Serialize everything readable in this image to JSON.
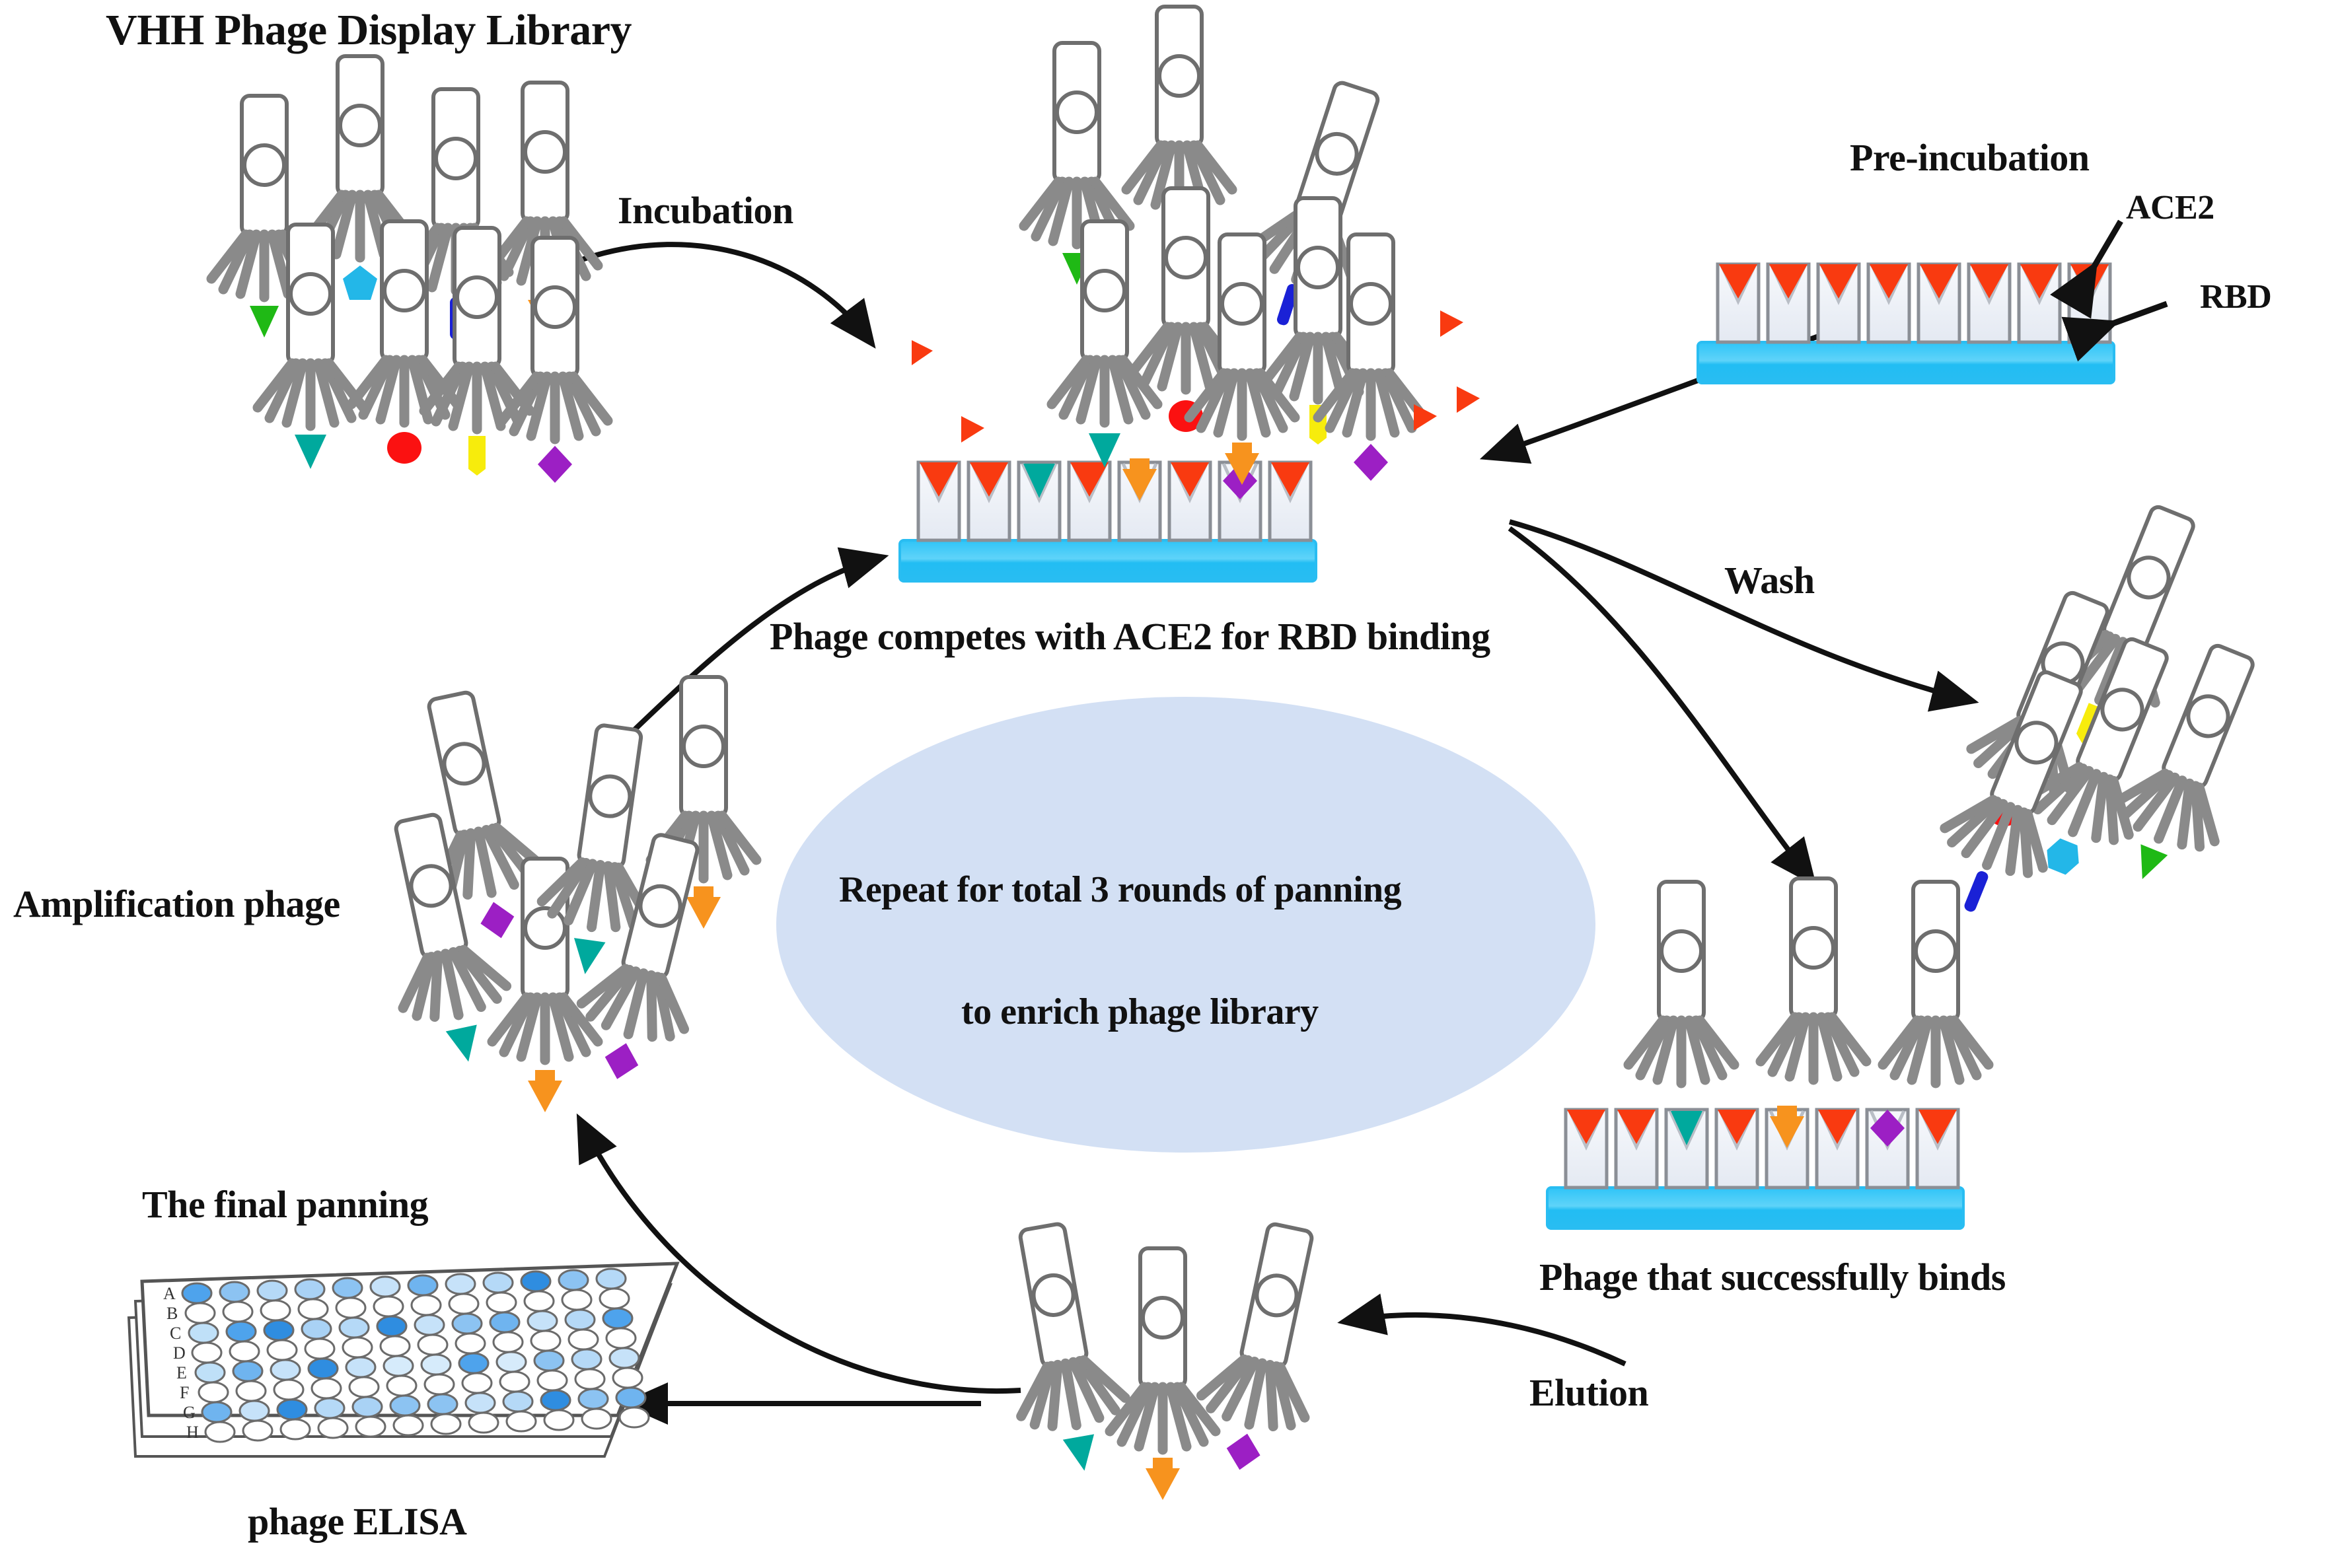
{
  "figure": {
    "title_text": "VHH Phage Display Library",
    "domain": "biology-workflow-diagram",
    "background": "#ffffff"
  },
  "labels": {
    "library": "VHH Phage Display Library",
    "incubation": "Incubation",
    "pre_incubation": "Pre-incubation",
    "ace2": "ACE2",
    "rbd": "RBD",
    "competition_caption": "Phage competes with ACE2 for RBD binding",
    "wash": "Wash",
    "repeat_line1": "Repeat for total 3 rounds of panning",
    "repeat_line2": "to enrich phage library",
    "amplification": "Amplification phage",
    "successful_binding": "Phage that successfully binds",
    "elution": "Elution",
    "final_panning": "The final panning",
    "phage_elisa": "phage ELISA"
  },
  "colors": {
    "accent_blue_plate": "#29bdf2",
    "plate_well_fill": "#eef1f7",
    "plate_well_stroke": "#8b8f96",
    "rbd_red": "#f93a10",
    "ace2_red": "#f93a10",
    "phage_body_stroke": "#6e6e6e",
    "phage_tail_gray": "#8a8a8a",
    "ellipse_fill": "#d3e0f4",
    "text_black": "#111111",
    "teal": "#00a99d",
    "orange": "#f7931e",
    "purple": "#9c1fc4",
    "green": "#1fb915",
    "cyan": "#23b7e8",
    "blue": "#1a21d6",
    "yellow": "#f7ec0c",
    "red_dot": "#fb1111",
    "magenta_ring": "#b522d1"
  },
  "ellipse": {
    "fill": "#d3e0f4",
    "line1": "Repeat for total 3 rounds of panning",
    "line2": "to enrich phage library"
  },
  "plates": {
    "pre_incubation": {
      "well_count": 8,
      "well_markers": [
        "rbd-red",
        "rbd-red",
        "rbd-red",
        "rbd-red",
        "rbd-red",
        "rbd-red",
        "rbd-red",
        "rbd-red"
      ],
      "base_color": "#29bdf2"
    },
    "competition": {
      "well_count": 8,
      "well_markers": [
        "rbd-red",
        "rbd-red",
        "teal-triangle",
        "rbd-red",
        "orange-arrow",
        "rbd-red",
        "purple-diamond",
        "rbd-red"
      ],
      "base_color": "#29bdf2"
    },
    "bound": {
      "well_count": 8,
      "well_markers": [
        "rbd-red",
        "rbd-red",
        "teal-triangle",
        "rbd-red",
        "orange-arrow",
        "rbd-red",
        "purple-diamond",
        "rbd-red"
      ],
      "base_color": "#29bdf2"
    }
  },
  "elisa_plate": {
    "row_labels": [
      "A",
      "B",
      "C",
      "D",
      "E",
      "F",
      "G",
      "H"
    ],
    "column_count": 12,
    "filled_rows": [
      "A",
      "C",
      "E",
      "G"
    ],
    "well_fill_color": "#4ea3ec"
  },
  "phage_clusters": {
    "library": {
      "count": 8,
      "tags": [
        "green-triangle",
        "cyan-pentagon",
        "blue-bar",
        "orange-arrow",
        "teal-triangle",
        "red-circle",
        "yellow-bar",
        "purple-diamond"
      ]
    },
    "incubating": {
      "count": 8,
      "tags": [
        "green-triangle",
        "cyan-pentagon",
        "blue-bar",
        "teal-triangle",
        "red-circle",
        "orange-arrow",
        "yellow-bar",
        "purple-diamond"
      ]
    },
    "washed_away": {
      "count": 5,
      "tags": [
        "yellow-bar",
        "red-circle",
        "cyan-hexagon",
        "blue-bar",
        "green-triangle"
      ]
    },
    "bound": {
      "count": 3,
      "tags": [
        "teal-triangle",
        "orange-arrow",
        "purple-diamond"
      ]
    },
    "eluted": {
      "count": 3,
      "tags": [
        "teal-triangle",
        "orange-arrow",
        "purple-diamond"
      ]
    },
    "amplified": {
      "count": 6,
      "tags": [
        "purple-diamond",
        "teal-triangle",
        "orange-arrow",
        "teal-triangle",
        "orange-arrow",
        "purple-diamond"
      ]
    }
  },
  "free_antigens": {
    "label": "free RBD triangles",
    "count": 6,
    "color": "#f93a10"
  }
}
